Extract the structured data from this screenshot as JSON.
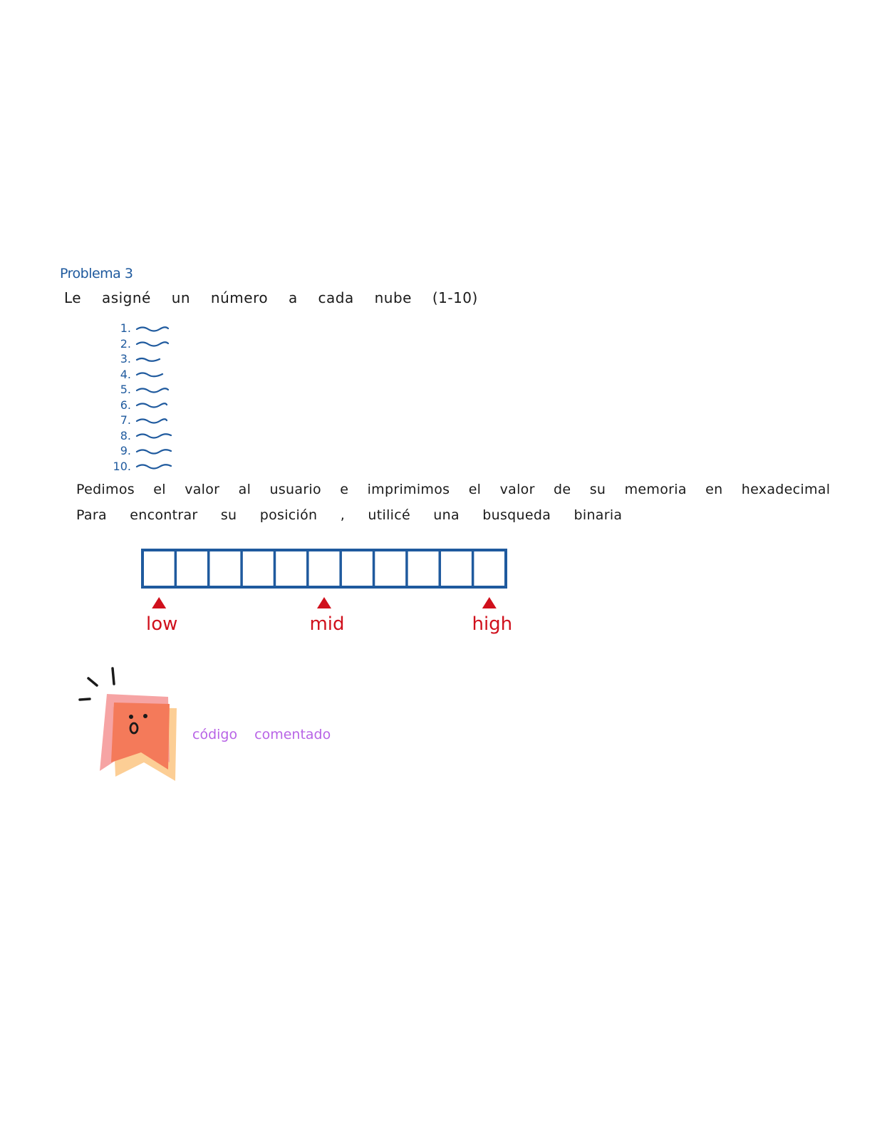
{
  "page": {
    "title": "Problema 3",
    "intro": "Le asigné un número a cada nube (1-10)",
    "list_items": [
      "1.",
      "2.",
      "3.",
      "4.",
      "5.",
      "6.",
      "7.",
      "8.",
      "9.",
      "10."
    ],
    "line1": "Pedimos el valor al usuario e imprimimos el valor de su memoria en hexadecimal",
    "line2": "Para encontrar su posición , utilicé una busqueda binaria"
  },
  "diagram": {
    "cell_count": 11,
    "pointers": [
      {
        "label": "low",
        "cell_index": 0
      },
      {
        "label": "mid",
        "cell_index": 5
      },
      {
        "label": "high",
        "cell_index": 10
      }
    ]
  },
  "comment": {
    "text": "código comentado"
  },
  "colors": {
    "blue": "#1f5a9e",
    "red": "#d0101c",
    "purple": "#b864e6",
    "sticker_front": "#f47a5a",
    "sticker_back_pink": "#f59a9a",
    "sticker_back_yellow": "#fcc98a",
    "ink": "#1a1a1a"
  },
  "icons": [
    "wave-icon",
    "up-triangle-icon",
    "surprised-sticker-icon"
  ]
}
